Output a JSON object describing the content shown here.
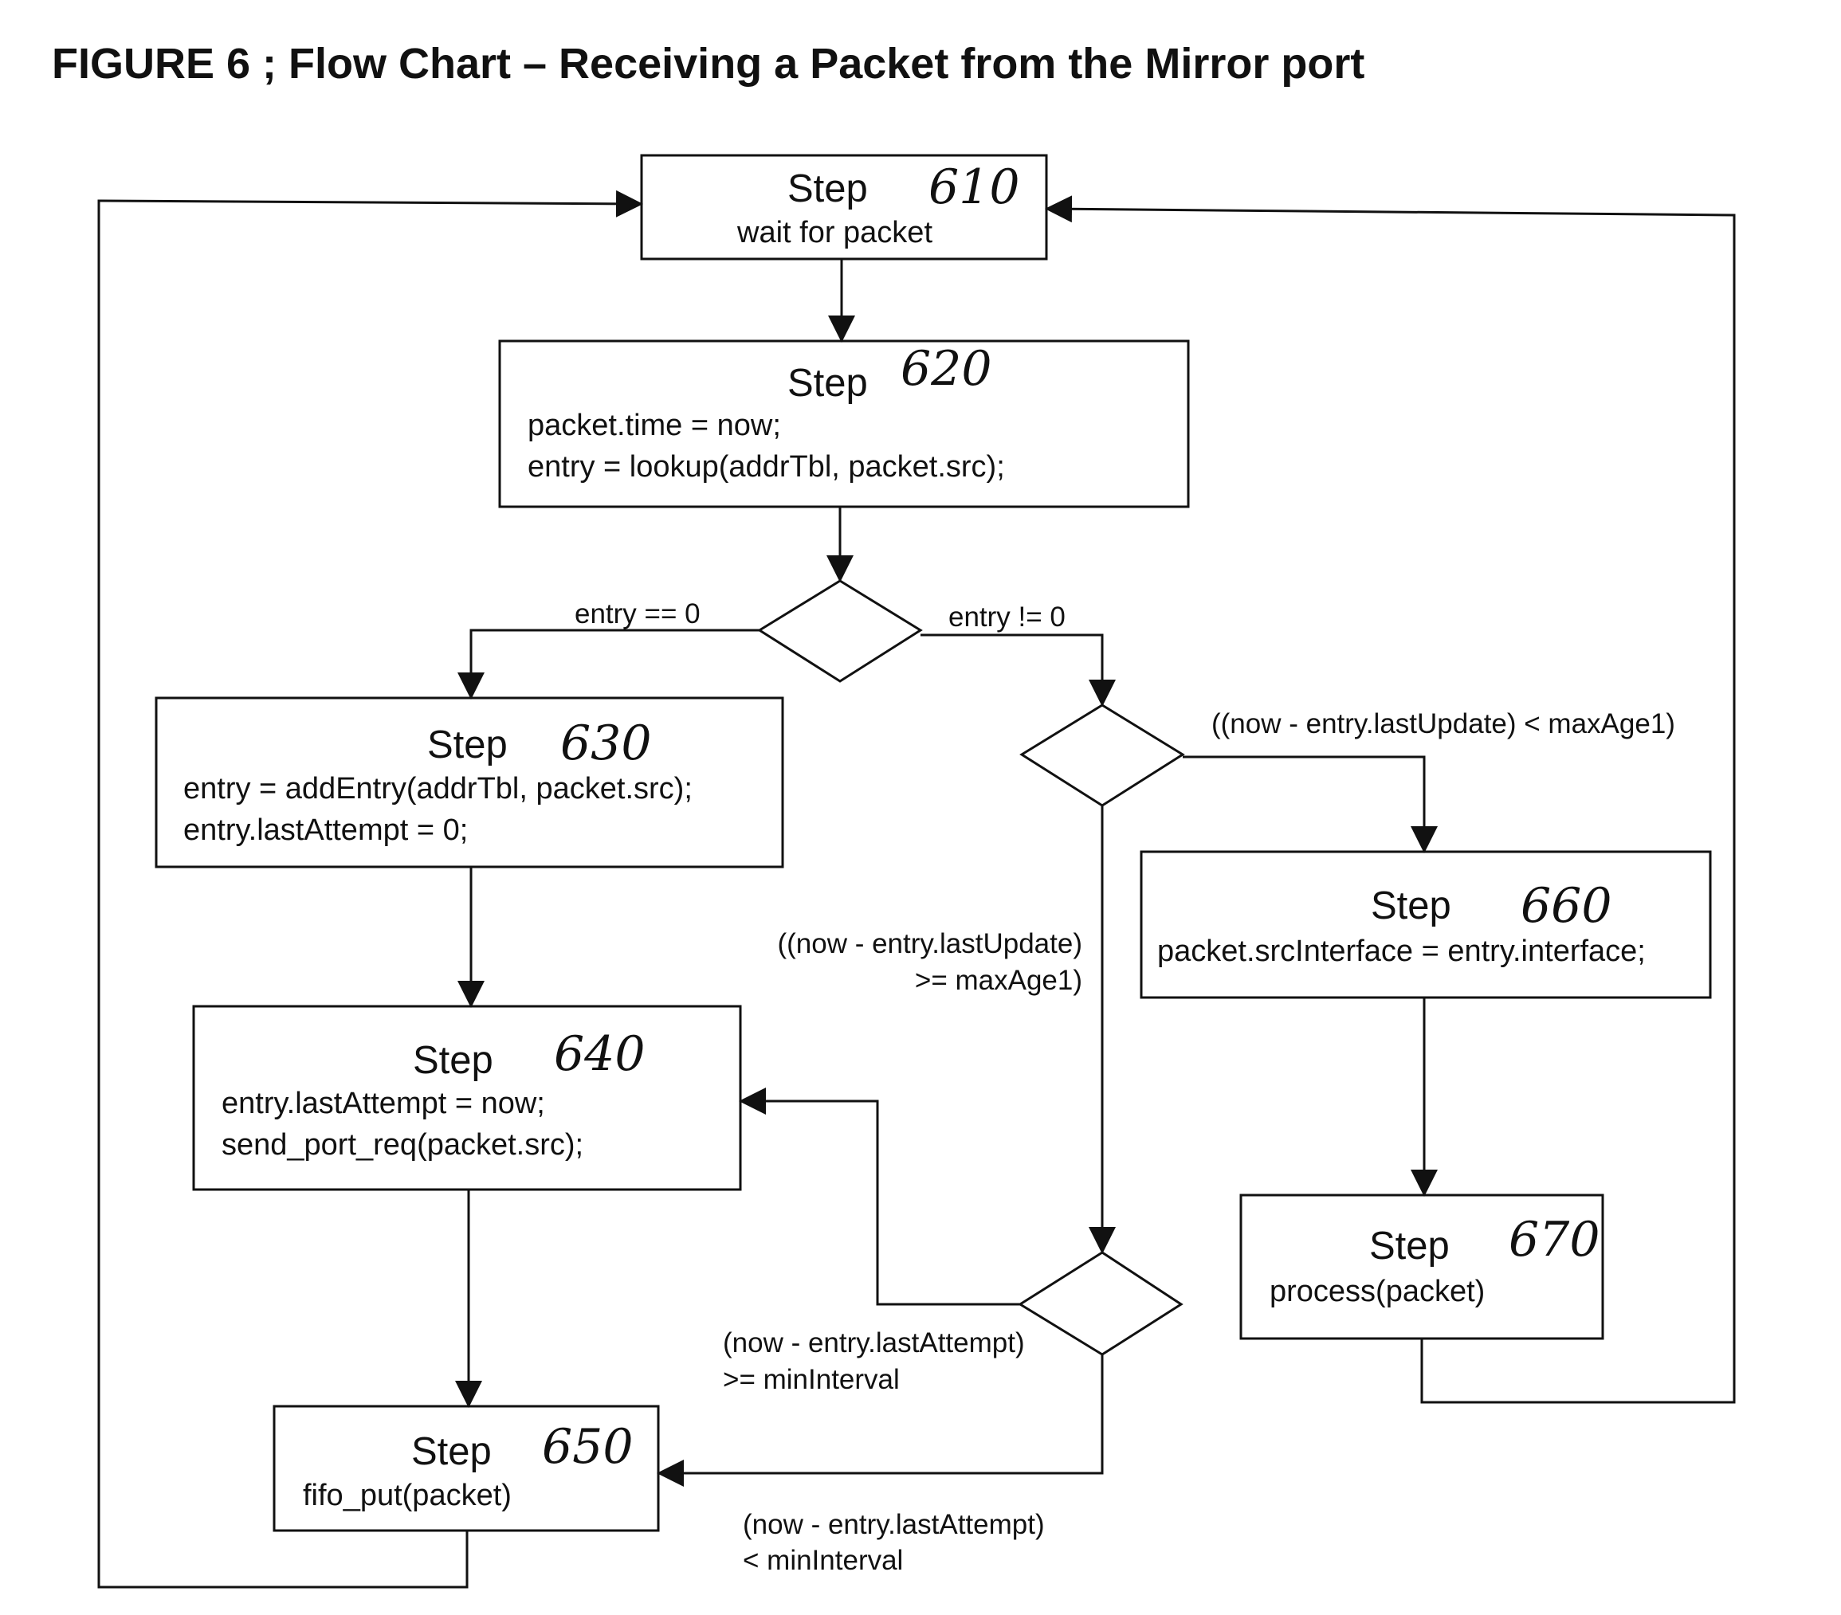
{
  "title": "FIGURE 6 ; Flow Chart – Receiving a Packet from the Mirror port",
  "steps": {
    "s610": {
      "word": "Step",
      "number": "610",
      "lines": [
        "wait for packet"
      ]
    },
    "s620": {
      "word": "Step",
      "number": "620",
      "lines": [
        "packet.time = now;",
        "entry = lookup(addrTbl, packet.src);"
      ]
    },
    "s630": {
      "word": "Step",
      "number": "630",
      "lines": [
        "entry = addEntry(addrTbl, packet.src);",
        "entry.lastAttempt = 0;"
      ]
    },
    "s640": {
      "word": "Step",
      "number": "640",
      "lines": [
        "entry.lastAttempt = now;",
        "send_port_req(packet.src);"
      ]
    },
    "s650": {
      "word": "Step",
      "number": "650",
      "lines": [
        "fifo_put(packet)"
      ]
    },
    "s660": {
      "word": "Step",
      "number": "660",
      "lines": [
        "packet.srcInterface = entry.interface;"
      ]
    },
    "s670": {
      "word": "Step",
      "number": "670",
      "lines": [
        "process(packet)"
      ]
    }
  },
  "conditions": {
    "entry_zero": "entry == 0",
    "entry_nonzero": "entry != 0",
    "age_lt": "((now - entry.lastUpdate) < maxAge1)",
    "age_ge": [
      "((now - entry.lastUpdate)",
      ">= maxAge1)"
    ],
    "attempt_ge": [
      "(now - entry.lastAttempt)",
      ">= minInterval"
    ],
    "attempt_lt": [
      "(now - entry.lastAttempt)",
      "< minInterval"
    ]
  }
}
